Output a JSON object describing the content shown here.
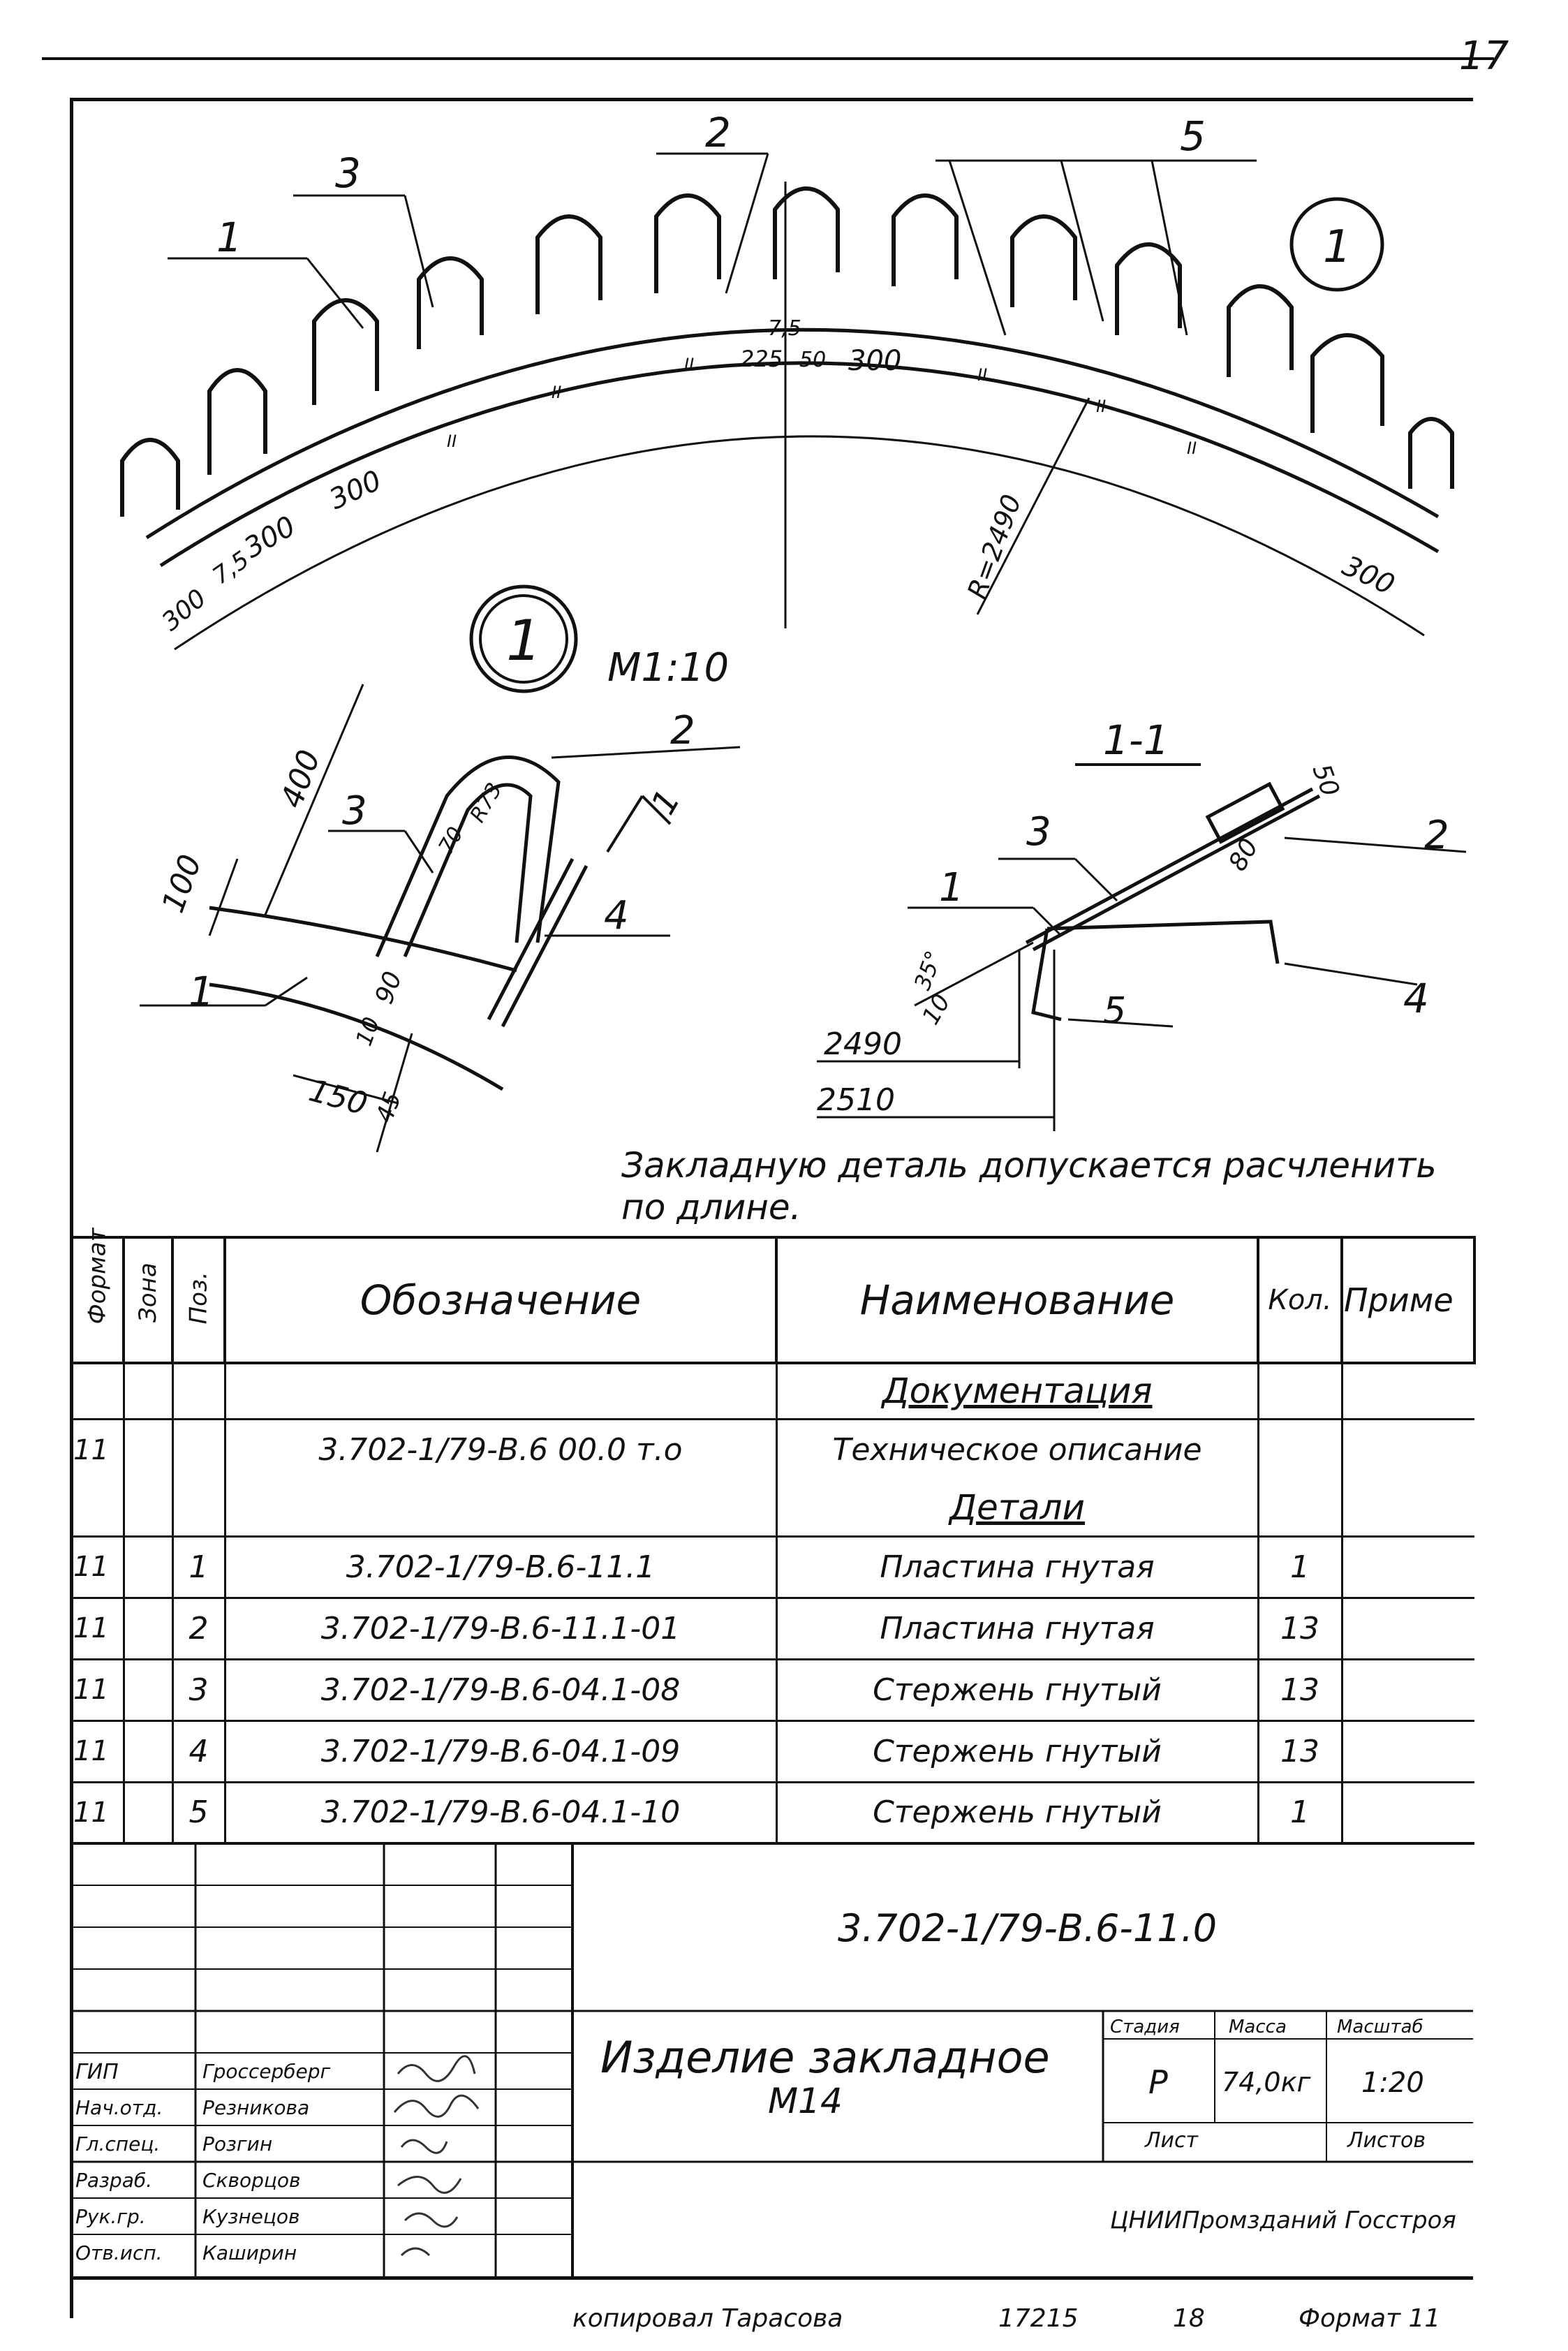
{
  "sheet": {
    "page_number": "17",
    "footer": {
      "copied_by": "копировал Тарасова",
      "number": "17215",
      "index": "18",
      "format": "Формат 11"
    }
  },
  "drawing": {
    "callouts": [
      "1",
      "2",
      "3",
      "5",
      "1",
      "2",
      "3",
      "4",
      "1",
      "1",
      "2",
      "3",
      "4",
      "5"
    ],
    "view_label": "1",
    "scale_label": "М1:10",
    "section_label": "1-1",
    "section_arrow_label": "1",
    "dims_arc": [
      "300",
      "7,5",
      "300",
      "300",
      "7,5",
      "225",
      "50",
      "300",
      "300",
      "R=2490"
    ],
    "dims_detail": [
      "400",
      "100",
      "70",
      "R73",
      "90",
      "10",
      "150",
      "45"
    ],
    "dims_section": [
      "50",
      "80",
      "35°",
      "10",
      "2490",
      "2510"
    ],
    "repeat_marks": [
      "II",
      "II",
      "II",
      "II",
      "II",
      "II"
    ],
    "note_line1": "Закладную деталь допускается расчленить",
    "note_line2": "по длине."
  },
  "spec": {
    "headers": {
      "format": "Формат",
      "zone": "Зона",
      "pos": "Поз.",
      "designation": "Обозначение",
      "name": "Наименование",
      "qty": "Кол.",
      "note": "Приме"
    },
    "section_docs": "Документация",
    "section_parts": "Детали",
    "rows": [
      {
        "format": "11",
        "pos": "",
        "designation": "3.702-1/79-В.6 00.0 т.о",
        "name": "Техническое описание",
        "qty": ""
      },
      {
        "format": "11",
        "pos": "1",
        "designation": "3.702-1/79-В.6-11.1",
        "name": "Пластина гнутая",
        "qty": "1"
      },
      {
        "format": "11",
        "pos": "2",
        "designation": "3.702-1/79-В.6-11.1-01",
        "name": "Пластина гнутая",
        "qty": "13"
      },
      {
        "format": "11",
        "pos": "3",
        "designation": "3.702-1/79-В.6-04.1-08",
        "name": "Стержень гнутый",
        "qty": "13"
      },
      {
        "format": "11",
        "pos": "4",
        "designation": "3.702-1/79-В.6-04.1-09",
        "name": "Стержень гнутый",
        "qty": "13"
      },
      {
        "format": "11",
        "pos": "5",
        "designation": "3.702-1/79-В.6-04.1-10",
        "name": "Стержень гнутый",
        "qty": "1"
      }
    ]
  },
  "title_block": {
    "doc_number": "3.702-1/79-В.6-11.0",
    "title_line1": "Изделие закладное",
    "title_line2": "М14",
    "stage_label": "Стадия",
    "mass_label": "Масса",
    "scale_label": "Масштаб",
    "stage_value": "Р",
    "mass_value": "74,0кг",
    "scale_value": "1:20",
    "sheet_label": "Лист",
    "sheets_label": "Листов",
    "organization": "ЦНИИПромзданий Госстроя",
    "signatures": [
      {
        "role": "ГИП",
        "name": "Гроссерберг"
      },
      {
        "role": "Нач.отд.",
        "name": "Резникова"
      },
      {
        "role": "Гл.спец.",
        "name": "Розгин"
      },
      {
        "role": "Разраб.",
        "name": "Скворцов"
      },
      {
        "role": "Рук.гр.",
        "name": "Кузнецов"
      },
      {
        "role": "Отв.исп.",
        "name": "Каширин"
      }
    ]
  }
}
